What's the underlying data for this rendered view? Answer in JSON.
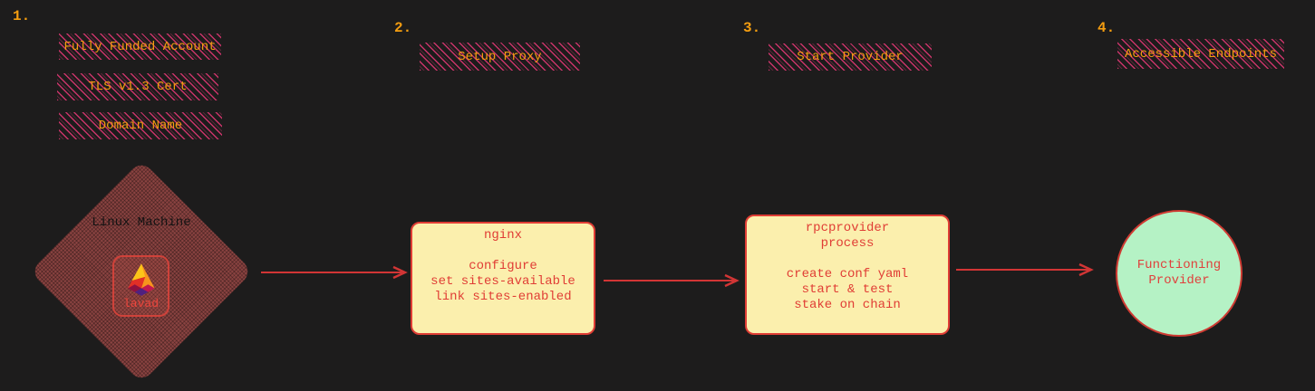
{
  "steps": [
    {
      "number": "1.",
      "labels": [
        "Fully Funded Account",
        "TLS v1.3 Cert",
        "Domain Name"
      ]
    },
    {
      "number": "2.",
      "labels": [
        "Setup Proxy"
      ]
    },
    {
      "number": "3.",
      "labels": [
        "Start Provider"
      ]
    },
    {
      "number": "4.",
      "labels": [
        "Accessible Endpoints"
      ]
    }
  ],
  "nodes": {
    "linux_machine": {
      "title": "Linux Machine",
      "badge": "lavad"
    },
    "nginx": {
      "lines": [
        "nginx",
        "",
        "configure",
        "set sites-available",
        "link sites-enabled"
      ]
    },
    "rpcprovider": {
      "lines": [
        "rpcprovider",
        "process",
        "",
        "create conf yaml",
        "start & test",
        "stake on chain"
      ]
    },
    "functioning_provider": {
      "lines": [
        "Functioning",
        "Provider"
      ]
    }
  },
  "colors": {
    "background": "#1d1c1c",
    "hatch_pink": "#d2356d",
    "accent_orange": "#f49d10",
    "node_red": "#e03d35",
    "node_fill": "#fbefad",
    "circle_fill": "#b5f2c5",
    "diamond_fill": "#8a4341",
    "arrow_red": "#d23535"
  }
}
